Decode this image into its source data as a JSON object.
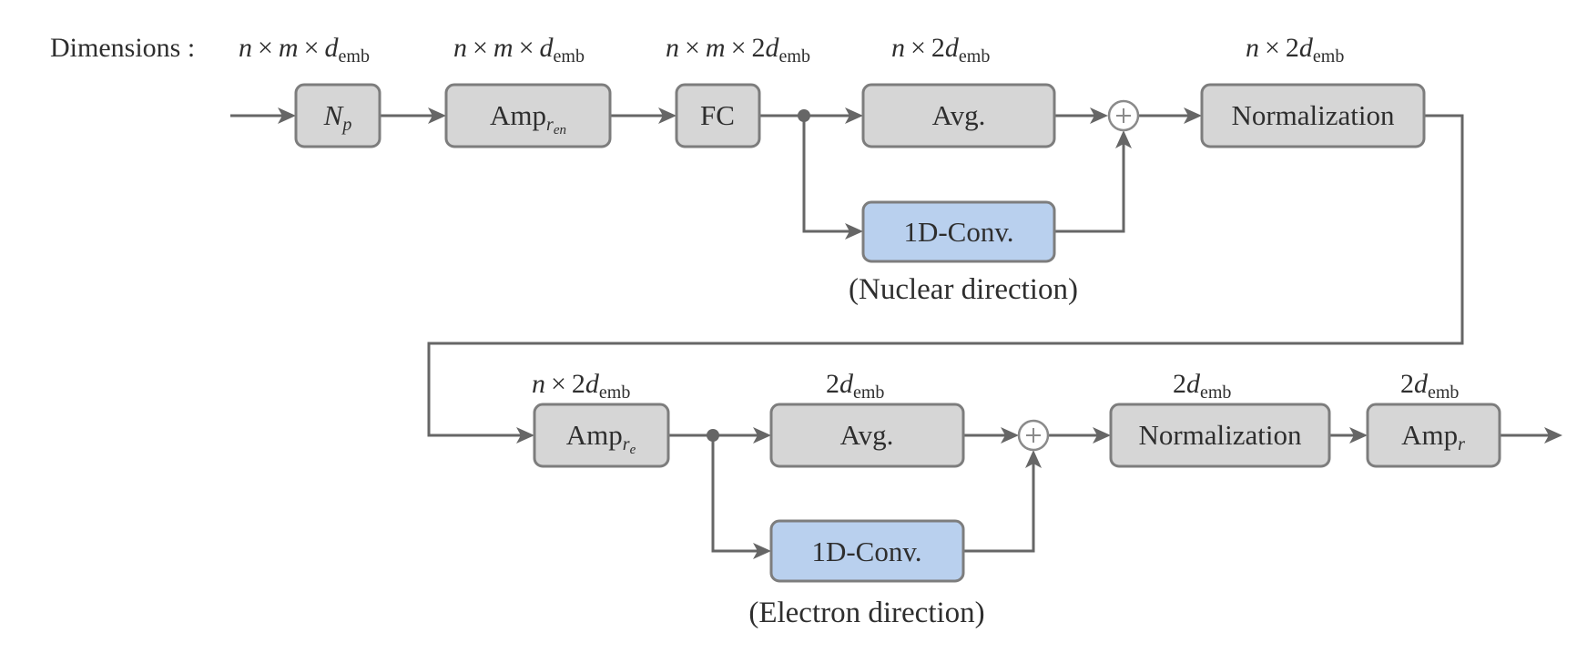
{
  "figure": {
    "type": "block-diagram",
    "dimensions_prefix": "Dimensions :",
    "top_row": {
      "dimension_labels": [
        {
          "n": "n",
          "times": "×",
          "m": "m",
          "coef": "",
          "d": "d",
          "sub": "emb"
        },
        {
          "n": "n",
          "times": "×",
          "m": "m",
          "coef": "",
          "d": "d",
          "sub": "emb"
        },
        {
          "n": "n",
          "times": "×",
          "m": "m",
          "coef": "2",
          "d": "d",
          "sub": "emb"
        },
        {
          "n": "n",
          "times": "×",
          "m": "",
          "coef": "2",
          "d": "d",
          "sub": "emb"
        },
        {
          "n": "n",
          "times": "×",
          "m": "",
          "coef": "2",
          "d": "d",
          "sub": "emb"
        }
      ],
      "blocks": {
        "np": {
          "main": "N",
          "sub": "p"
        },
        "amp_ren": {
          "main": "Amp",
          "sub": "r",
          "subsub": "en"
        },
        "fc": {
          "label": "FC"
        },
        "avg": {
          "label": "Avg."
        },
        "conv": {
          "label": "1D-Conv."
        },
        "norm": {
          "label": "Normalization"
        }
      },
      "conv_caption": "(Nuclear direction)",
      "sum_symbol": "+"
    },
    "bottom_row": {
      "dimension_labels": [
        {
          "n": "n",
          "times": "×",
          "coef": "2",
          "d": "d",
          "sub": "emb"
        },
        {
          "coef": "2",
          "d": "d",
          "sub": "emb"
        },
        {
          "coef": "2",
          "d": "d",
          "sub": "emb"
        },
        {
          "coef": "2",
          "d": "d",
          "sub": "emb"
        }
      ],
      "blocks": {
        "amp_re": {
          "main": "Amp",
          "sub": "r",
          "subsub": "e"
        },
        "avg": {
          "label": "Avg."
        },
        "conv": {
          "label": "1D-Conv."
        },
        "norm": {
          "label": "Normalization"
        },
        "amp_r": {
          "main": "Amp",
          "sub": "r"
        }
      },
      "conv_caption": "(Electron direction)",
      "sum_symbol": "+"
    },
    "colors": {
      "block_fill": "#d6d6d6",
      "conv_fill": "#b9d0ee",
      "line": "#666666",
      "border": "#7d7d7d"
    }
  }
}
